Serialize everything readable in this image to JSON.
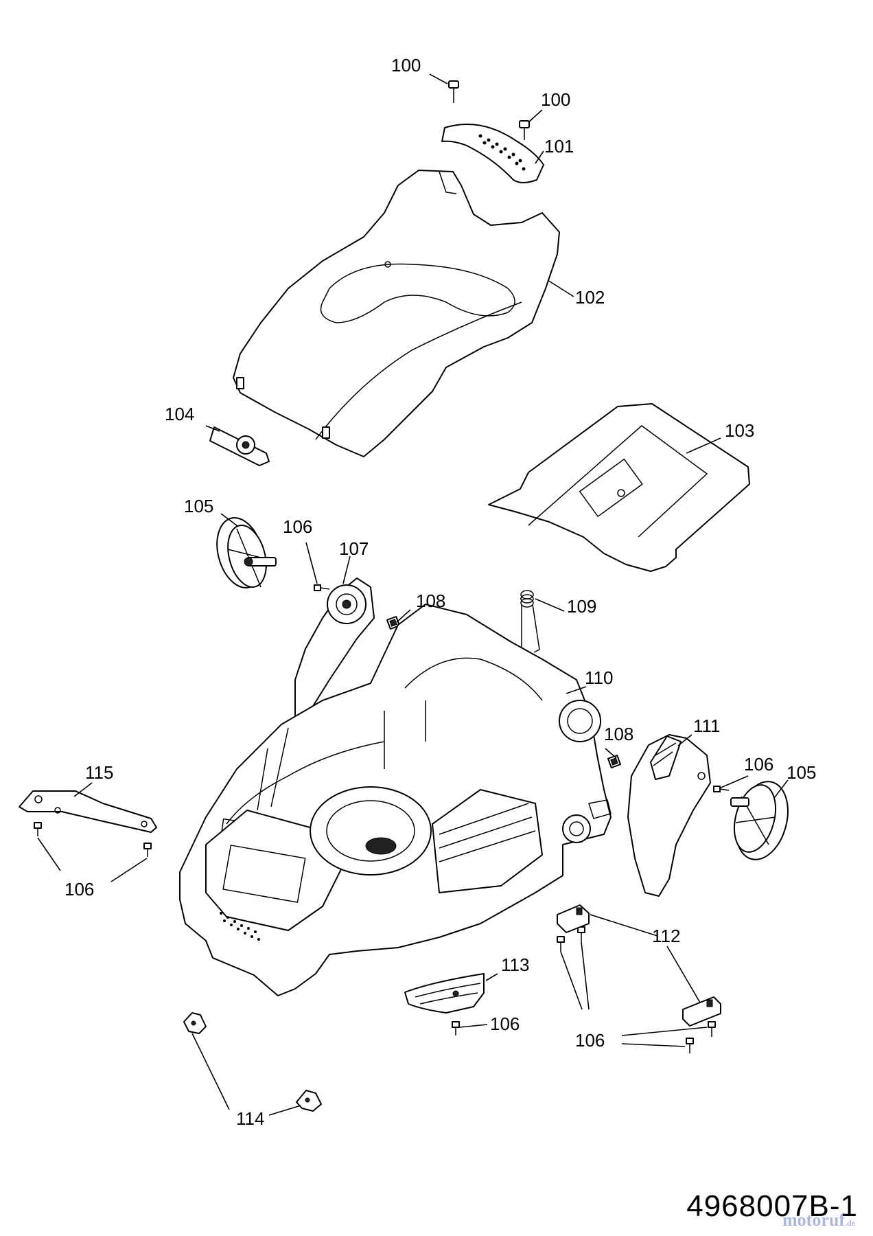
{
  "callouts": {
    "c100a": "100",
    "c100b": "100",
    "c101": "101",
    "c102": "102",
    "c103": "103",
    "c104": "104",
    "c105a": "105",
    "c105b": "105",
    "c106a": "106",
    "c106b": "106",
    "c106c": "106",
    "c106d": "106",
    "c106e": "106",
    "c107": "107",
    "c108a": "108",
    "c108b": "108",
    "c109": "109",
    "c110": "110",
    "c111": "111",
    "c112": "112",
    "c113": "113",
    "c114": "114",
    "c115": "115"
  },
  "drawing_number": "4968007B-1",
  "watermark": {
    "brand": "motoruf",
    "domain": ".de",
    "color": "#6a7fc4"
  }
}
